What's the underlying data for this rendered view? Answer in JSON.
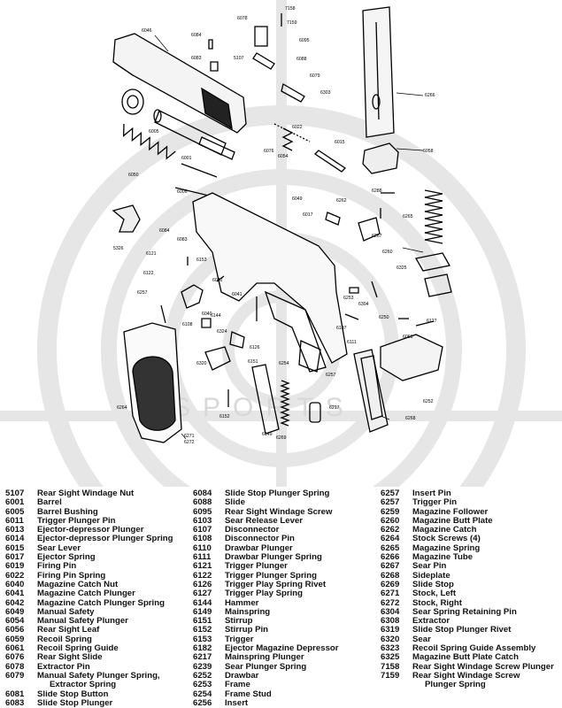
{
  "watermark": {
    "text": "SPORTS"
  },
  "callouts": [
    {
      "id": "c1",
      "label": "6046"
    },
    {
      "id": "c2",
      "label": "6084"
    },
    {
      "id": "c3",
      "label": "6078"
    },
    {
      "id": "c4",
      "label": "7158"
    },
    {
      "id": "c5",
      "label": "7159"
    },
    {
      "id": "c6",
      "label": "6095"
    },
    {
      "id": "c7",
      "label": "5107"
    },
    {
      "id": "c8",
      "label": "6088"
    },
    {
      "id": "c9",
      "label": "6083"
    },
    {
      "id": "c10",
      "label": "6079"
    },
    {
      "id": "c11",
      "label": "6303"
    },
    {
      "id": "c12",
      "label": "6266"
    },
    {
      "id": "c13",
      "label": "6005"
    },
    {
      "id": "c14",
      "label": "6022"
    },
    {
      "id": "c15",
      "label": "6015"
    },
    {
      "id": "c16",
      "label": "6076"
    },
    {
      "id": "c17",
      "label": "6054"
    },
    {
      "id": "c18",
      "label": "6058"
    },
    {
      "id": "c19",
      "label": "6001"
    },
    {
      "id": "c20",
      "label": "6050"
    },
    {
      "id": "c21",
      "label": "6049"
    },
    {
      "id": "c22",
      "label": "6006"
    },
    {
      "id": "c23",
      "label": "6262"
    },
    {
      "id": "c24",
      "label": "6017"
    },
    {
      "id": "c25",
      "label": "6288"
    },
    {
      "id": "c26",
      "label": "6265"
    },
    {
      "id": "c27",
      "label": "6267"
    },
    {
      "id": "c28",
      "label": "6260"
    },
    {
      "id": "c29",
      "label": "5326"
    },
    {
      "id": "c30",
      "label": "6084"
    },
    {
      "id": "c31",
      "label": "6083"
    },
    {
      "id": "c32",
      "label": "6121"
    },
    {
      "id": "c33",
      "label": "6122"
    },
    {
      "id": "c34",
      "label": "6153"
    },
    {
      "id": "c35",
      "label": "6325"
    },
    {
      "id": "c36",
      "label": "6257"
    },
    {
      "id": "c37",
      "label": "6042"
    },
    {
      "id": "c38",
      "label": "6041"
    },
    {
      "id": "c39",
      "label": "6040"
    },
    {
      "id": "c40",
      "label": "6108"
    },
    {
      "id": "c41",
      "label": "6144"
    },
    {
      "id": "c42",
      "label": "6253"
    },
    {
      "id": "c43",
      "label": "6111"
    },
    {
      "id": "c44",
      "label": "6107"
    },
    {
      "id": "c45",
      "label": "6126"
    },
    {
      "id": "c46",
      "label": "6250"
    },
    {
      "id": "c47",
      "label": "6127"
    },
    {
      "id": "c48",
      "label": "6061"
    },
    {
      "id": "c49",
      "label": "6254"
    },
    {
      "id": "c50",
      "label": "6257"
    },
    {
      "id": "c51",
      "label": "6252"
    },
    {
      "id": "c52",
      "label": "6264"
    },
    {
      "id": "c53",
      "label": "6152"
    },
    {
      "id": "c54",
      "label": "6151"
    },
    {
      "id": "c55",
      "label": "6149"
    },
    {
      "id": "c56",
      "label": "6217"
    },
    {
      "id": "c57",
      "label": "6271"
    },
    {
      "id": "c58",
      "label": "6272"
    },
    {
      "id": "c59",
      "label": "6268"
    },
    {
      "id": "c60",
      "label": "6269"
    },
    {
      "id": "c61",
      "label": "6324"
    },
    {
      "id": "c62",
      "label": "6320"
    },
    {
      "id": "c63",
      "label": "6304"
    }
  ],
  "legend": {
    "columns": [
      [
        {
          "num": "5107",
          "name": "Rear Sight Windage Nut"
        },
        {
          "num": "6001",
          "name": "Barrel"
        },
        {
          "num": "6005",
          "name": "Barrel Bushing"
        },
        {
          "num": "6011",
          "name": "Trigger Plunger Pin"
        },
        {
          "num": "6013",
          "name": "Ejector-depressor Plunger"
        },
        {
          "num": "6014",
          "name": "Ejector-depressor Plunger Spring"
        },
        {
          "num": "6015",
          "name": "Sear Lever"
        },
        {
          "num": "6017",
          "name": "Ejector Spring"
        },
        {
          "num": "6019",
          "name": "Firing Pin"
        },
        {
          "num": "6022",
          "name": "Firing Pin Spring"
        },
        {
          "num": "6040",
          "name": "Magazine Catch Nut"
        },
        {
          "num": "6041",
          "name": "Magazine Catch Plunger"
        },
        {
          "num": "6042",
          "name": "Magazine Catch Plunger Spring"
        },
        {
          "num": "6049",
          "name": "Manual Safety"
        },
        {
          "num": "6054",
          "name": "Manual Safety Plunger"
        },
        {
          "num": "6056",
          "name": "Rear Sight Leaf"
        },
        {
          "num": "6059",
          "name": "Recoil Spring"
        },
        {
          "num": "6061",
          "name": "Recoil Spring Guide"
        },
        {
          "num": "6076",
          "name": "Rear Sight Slide"
        },
        {
          "num": "6078",
          "name": "Extractor Pin"
        },
        {
          "num": "6079",
          "name": "Manual Safety Plunger Spring,"
        },
        {
          "num": "",
          "name": "Extractor Spring"
        },
        {
          "num": "6081",
          "name": "Slide Stop Button"
        },
        {
          "num": "6083",
          "name": "Slide Stop Plunger"
        }
      ],
      [
        {
          "num": "6084",
          "name": "Slide Stop Plunger Spring"
        },
        {
          "num": "6088",
          "name": "Slide"
        },
        {
          "num": "6095",
          "name": "Rear Sight Windage Screw"
        },
        {
          "num": "6103",
          "name": "Sear Release Lever"
        },
        {
          "num": "6107",
          "name": "Disconnector"
        },
        {
          "num": "6108",
          "name": "Disconnector Pin"
        },
        {
          "num": "6110",
          "name": "Drawbar Plunger"
        },
        {
          "num": "6111",
          "name": "Drawbar Plunger Spring"
        },
        {
          "num": "6121",
          "name": "Trigger Plunger"
        },
        {
          "num": "6122",
          "name": "Trigger Plunger Spring"
        },
        {
          "num": "6126",
          "name": "Trigger Play Spring Rivet"
        },
        {
          "num": "6127",
          "name": "Trigger Play Spring"
        },
        {
          "num": "6144",
          "name": "Hammer"
        },
        {
          "num": "6149",
          "name": "Mainspring"
        },
        {
          "num": "6151",
          "name": "Stirrup"
        },
        {
          "num": "6152",
          "name": "Stirrup Pin"
        },
        {
          "num": "6153",
          "name": "Trigger"
        },
        {
          "num": "6182",
          "name": "Ejector Magazine Depressor"
        },
        {
          "num": "6217",
          "name": "Mainspring Plunger"
        },
        {
          "num": "6239",
          "name": "Sear Plunger Spring"
        },
        {
          "num": "6252",
          "name": "Drawbar"
        },
        {
          "num": "6253",
          "name": "Frame"
        },
        {
          "num": "6254",
          "name": "Frame Stud"
        },
        {
          "num": "6256",
          "name": "Insert"
        }
      ],
      [
        {
          "num": "6257",
          "name": "Insert Pin"
        },
        {
          "num": "6257",
          "name": "Trigger Pin"
        },
        {
          "num": "6259",
          "name": "Magazine Follower"
        },
        {
          "num": "6260",
          "name": "Magazine Butt Plate"
        },
        {
          "num": "6262",
          "name": "Magazine Catch"
        },
        {
          "num": "6264",
          "name": "Stock Screws (4)"
        },
        {
          "num": "6265",
          "name": "Magazine Spring"
        },
        {
          "num": "6266",
          "name": "Magazine Tube"
        },
        {
          "num": "6267",
          "name": "Sear Pin"
        },
        {
          "num": "6268",
          "name": "Sideplate"
        },
        {
          "num": "6269",
          "name": "Slide Stop"
        },
        {
          "num": "6271",
          "name": "Stock, Left"
        },
        {
          "num": "6272",
          "name": "Stock, Right"
        },
        {
          "num": "6304",
          "name": "Sear Spring Retaining Pin"
        },
        {
          "num": "6308",
          "name": "Extractor"
        },
        {
          "num": "6319",
          "name": "Slide Stop Plunger Rivet"
        },
        {
          "num": "6320",
          "name": "Sear"
        },
        {
          "num": "6323",
          "name": "Recoil Spring Guide Assembly"
        },
        {
          "num": "6325",
          "name": "Magazine Butt Plate Catch"
        },
        {
          "num": "7158",
          "name": "Rear Sight Windage Screw Plunger"
        },
        {
          "num": "7159",
          "name": "Rear Sight Windage Screw"
        },
        {
          "num": "",
          "name": "Plunger Spring"
        }
      ]
    ]
  }
}
